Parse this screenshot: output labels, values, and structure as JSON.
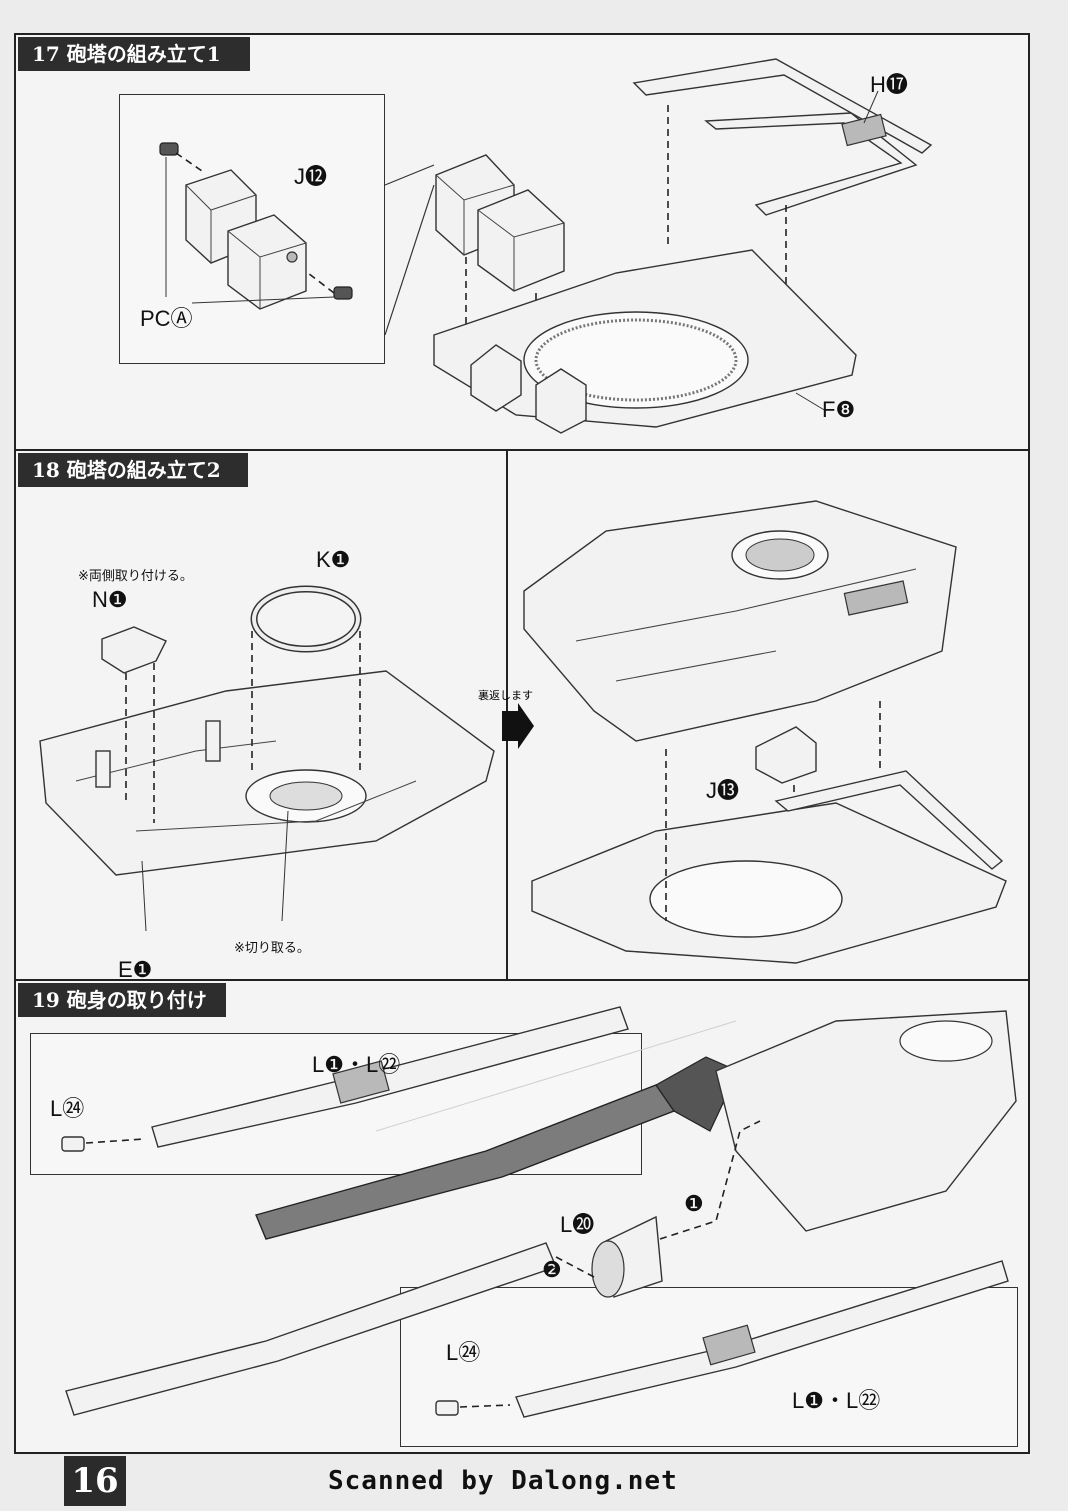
{
  "steps": [
    {
      "number": "17",
      "title": "砲塔の組み立て1",
      "header": "17 砲塔の組み立て1"
    },
    {
      "number": "18",
      "title": "砲塔の組み立て2",
      "header": "18 砲塔の組み立て2"
    },
    {
      "number": "19",
      "title": "砲身の取り付け",
      "header": "19 砲身の取り付け"
    }
  ],
  "labels": {
    "part_J12": "J⓬",
    "part_PCA": "PCⒶ",
    "part_H17": "H⓱",
    "part_F8": "F❽",
    "part_N1": "N❶",
    "part_K1": "K❶",
    "part_E1": "E❶",
    "part_J13": "J⓭",
    "part_L1_L22_top": "L❶・L㉒",
    "part_L24_top": "L㉔",
    "part_L20": "L⓴",
    "part_L24_bottom": "L㉔",
    "part_L1_L22_bottom": "L❶・L㉒",
    "order_1": "❶",
    "order_2": "❷"
  },
  "notes": {
    "attach_both_sides": "※両側取り付ける。",
    "cut_off": "※切り取る。",
    "flip_over": "裏返します"
  },
  "footer": {
    "page_number": "16",
    "credit": "Scanned by Dalong.net"
  },
  "colors": {
    "header_bg": "#2d2d2d",
    "page_bg": "#f4f4f4",
    "line": "#222222"
  },
  "icons": [
    "arrow-right-icon"
  ]
}
